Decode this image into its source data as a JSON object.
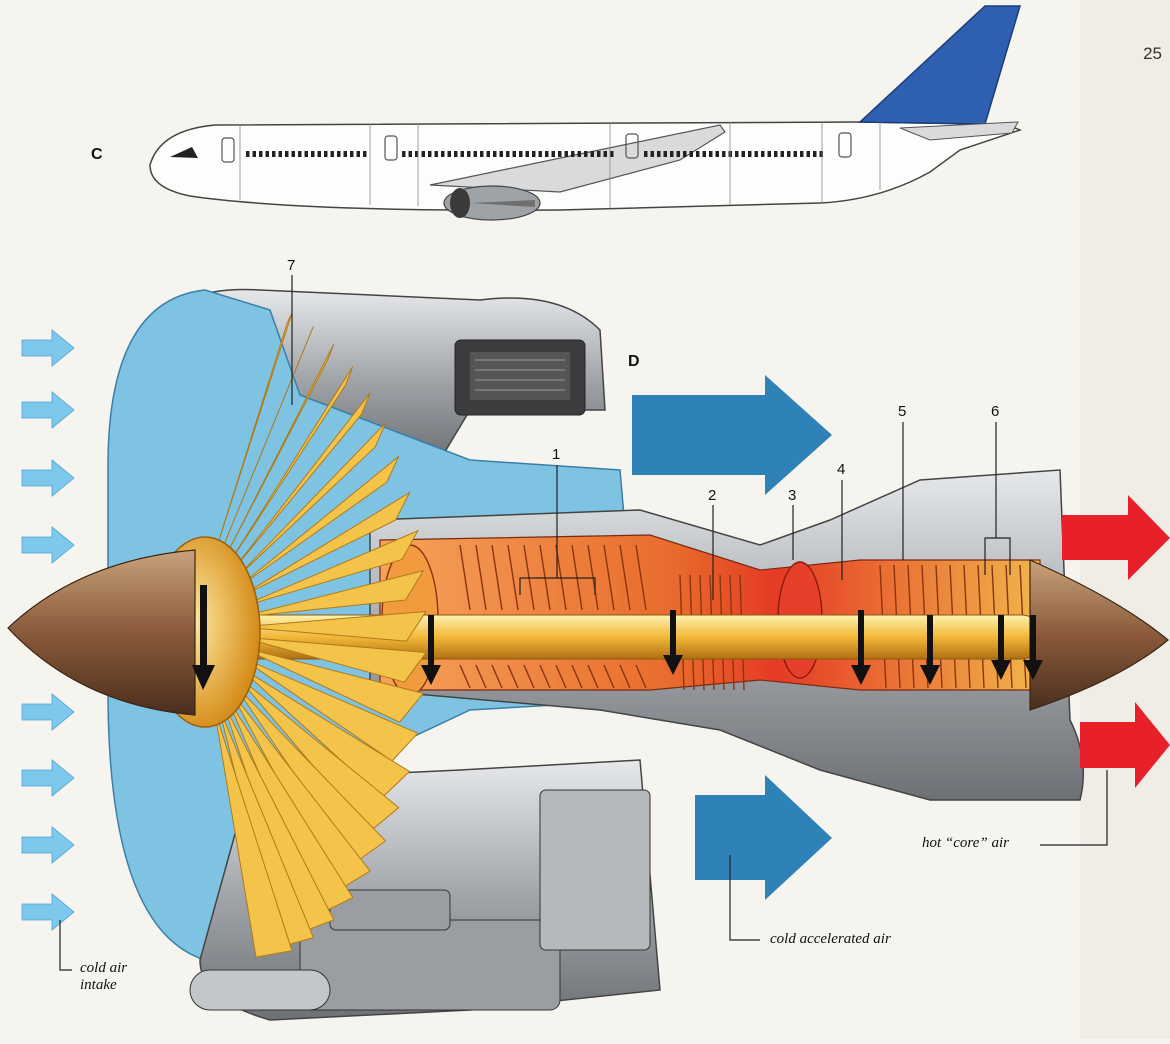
{
  "page_number": "25",
  "figure_labels": {
    "aircraft": "C",
    "engine": "D"
  },
  "part_numbers": [
    "1",
    "2",
    "3",
    "4",
    "5",
    "6",
    "7"
  ],
  "callouts": {
    "cold_air_intake_line1": "cold air",
    "cold_air_intake_line2": "intake",
    "cold_accelerated_air": "cold accelerated air",
    "hot_core_air": "hot “core” air"
  },
  "colors": {
    "intake_arrow": "#7ec8ec",
    "bypass_arrow": "#2f82b8",
    "exhaust_arrow": "#e8202a",
    "fan_blade": "#f4c44a",
    "fan_face": "#7fc3e3",
    "tail_fin": "#2f5fb0",
    "casing": "#b9bcbf",
    "compressor": "#f08a3a",
    "combustor": "#e8502a"
  },
  "icons": [
    "intake-arrow-icon",
    "bypass-arrow-icon",
    "exhaust-arrow-icon",
    "rotation-arrow-icon"
  ]
}
